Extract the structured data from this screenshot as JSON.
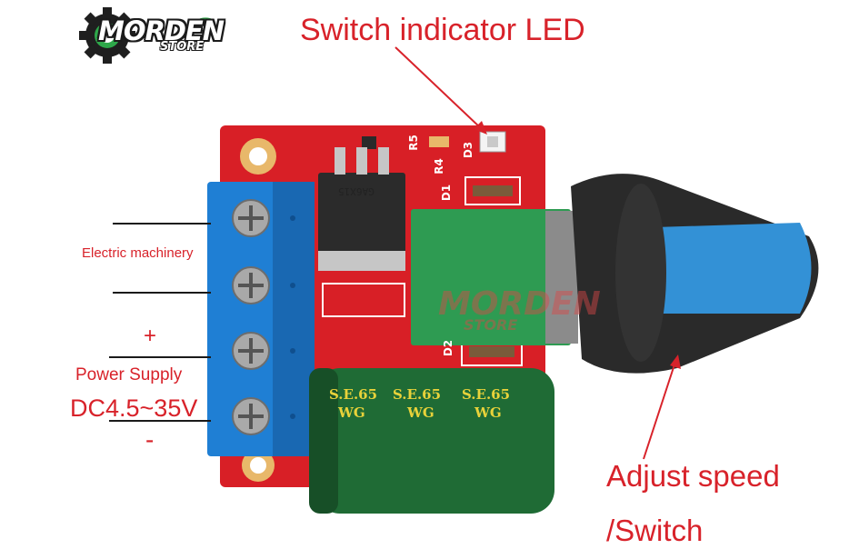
{
  "logo": {
    "main": "MORDEN",
    "sub": "STORE"
  },
  "watermark": {
    "main": "MORDEN",
    "sub": "STORE"
  },
  "labels": {
    "switch_led": "Switch indicator LED",
    "electric_machinery": "Electric machinery",
    "plus": "+",
    "power_supply": "Power Supply",
    "voltage": "DC4.5~35V",
    "minus": "-",
    "adjust_speed": "Adjust speed",
    "switch": "/Switch"
  },
  "pcb": {
    "silkscreen": [
      "R5",
      "R4",
      "D1",
      "D3",
      "D2"
    ],
    "chip_marking": "GA6X15",
    "capacitor_marking": [
      "S.E.65",
      "WG"
    ]
  },
  "colors": {
    "pcb": "#d81f26",
    "terminal": "#1f7fd4",
    "potentiometer": "#2e9b52",
    "knob_black": "#2a2a2a",
    "knob_blue": "#3391d6",
    "capacitor": "#1f6b35",
    "callout": "#d8222a"
  }
}
